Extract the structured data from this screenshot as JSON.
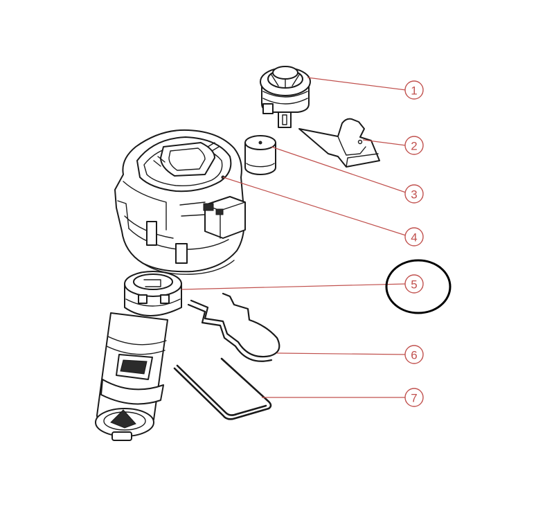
{
  "diagram": {
    "accent_color": "#c0504d",
    "highlight_color": "#000000",
    "callouts": [
      {
        "number": "1",
        "part": "automatic-air-vent-icon"
      },
      {
        "number": "2",
        "part": "retaining-clip-icon"
      },
      {
        "number": "3",
        "part": "cap-icon"
      },
      {
        "number": "4",
        "part": "actuator-motor-head-icon"
      },
      {
        "number": "5",
        "part": "diverter-valve-cartridge-icon"
      },
      {
        "number": "6",
        "part": "wire-spring-clip-icon"
      },
      {
        "number": "7",
        "part": "u-pin-clip-icon"
      }
    ],
    "highlighted_callout": "5"
  }
}
